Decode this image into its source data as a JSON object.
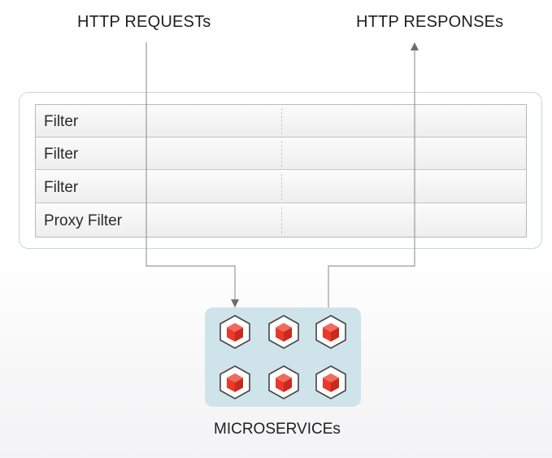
{
  "labels": {
    "requests": "HTTP REQUESTs",
    "responses": "HTTP RESPONSEs",
    "microservices": "MICROSERVICEs"
  },
  "filters": [
    "Filter",
    "Filter",
    "Filter",
    "Proxy Filter"
  ],
  "colors": {
    "cube": "#e8392b",
    "microservice_box": "#cfe3ea",
    "outer_border": "#c9d5dc",
    "arrow": "#8f8f8f"
  },
  "icons": {
    "microservice": "hexagon-cube-icon"
  },
  "microservice_count": 6
}
